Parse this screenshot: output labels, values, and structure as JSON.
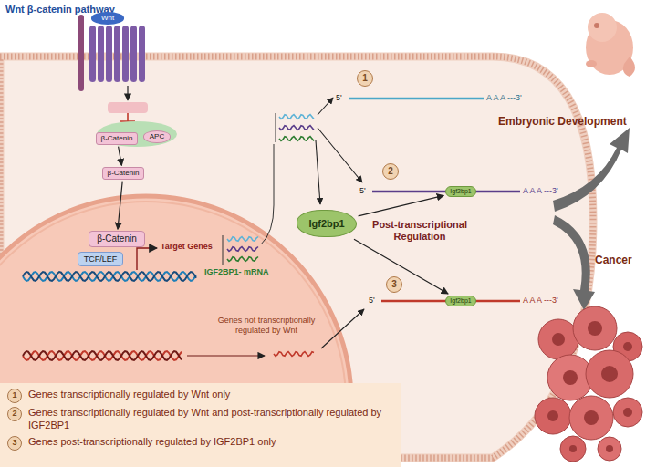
{
  "diagram": {
    "title": "Wnt β-catenin pathway",
    "nodes": [
      {
        "text": [
          "Wnt"
        ]
      },
      {
        "text": [
          "β-Catenin"
        ]
      },
      {
        "text": [
          "APC"
        ]
      },
      {
        "text": [
          "β-Catenin"
        ]
      },
      {
        "text": [
          "β-Catenin"
        ]
      },
      {
        "text": [
          "TCF/LEF"
        ]
      },
      {
        "text": [
          "Igf2bp1"
        ]
      },
      {
        "text": [
          "Igf2bp1"
        ]
      },
      {
        "text": [
          "Igf2bp1"
        ]
      },
      {
        "text": [
          "1"
        ]
      },
      {
        "text": [
          "2"
        ]
      },
      {
        "text": [
          "3"
        ]
      }
    ],
    "edges": [
      {
        "from": 1,
        "to": 3,
        "arrow": "to"
      },
      {
        "from": 3,
        "to": 4,
        "arrow": "to"
      },
      {
        "from": 6,
        "to": 7,
        "arrow": "to"
      },
      {
        "from": 6,
        "to": 8,
        "arrow": "to"
      }
    ],
    "labels": [
      "Target Genes",
      "IGF2BP1- mRNA",
      "Genes not transcriptionally regulated by Wnt",
      "Post-transcriptional Regulation",
      "Embryonic Development",
      "Cancer",
      "5'",
      "A A A ---3'",
      "5'",
      "A A A ---3'",
      "5'",
      "A A A ---3'",
      "1",
      "2",
      "3"
    ],
    "legend": [
      {
        "text": "Genes transcriptionally regulated by Wnt only"
      },
      {
        "text": "Genes transcriptionally regulated by Wnt and post-transcriptionally regulated by IGF2BP1"
      },
      {
        "text": "Genes post-transcriptionally regulated by IGF2BP1 only"
      }
    ]
  }
}
